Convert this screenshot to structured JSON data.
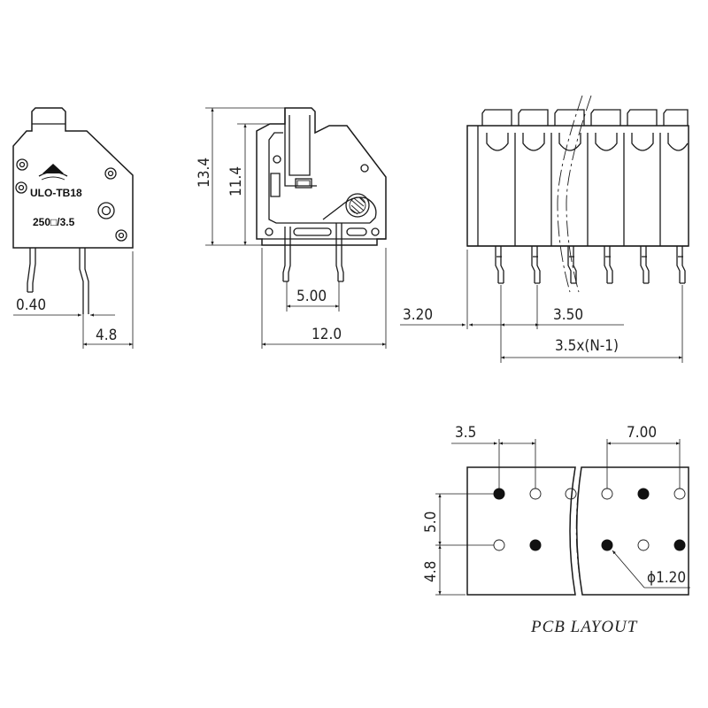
{
  "side_view": {
    "part_label": "ULO-TB18",
    "rating_label": "250□/3.5",
    "dim_pin": "0.40",
    "dim_offset": "4.8"
  },
  "profile_view": {
    "dim_height_total": "13.4",
    "dim_height_body": "11.4",
    "dim_pin_spacing": "5.00",
    "dim_width": "12.0"
  },
  "front_view": {
    "dim_edge": "3.20",
    "dim_pitch": "3.50",
    "dim_span": "3.5x(N-1)"
  },
  "pcb_layout": {
    "dim_pitch": "3.5",
    "dim_double_pitch": "7.00",
    "dim_row_spacing": "5.0",
    "dim_edge": "4.8",
    "dim_hole": "ϕ1.20",
    "title": "PCB LAYOUT"
  }
}
